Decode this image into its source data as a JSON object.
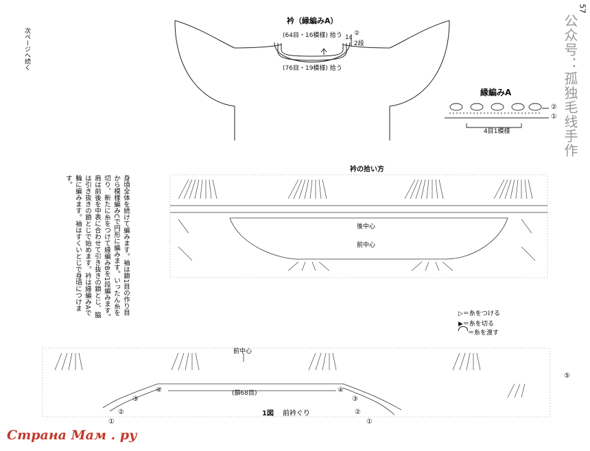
{
  "page_number": "57",
  "continue_note": "次ページへ続く",
  "side_brand_text": "公众号：孤独毛线手作",
  "top_diagram": {
    "title": "衿（縁編みA）",
    "pickup_upper": "(64目・16模様) 拾う",
    "pickup_lower": "(76目・19模様) 拾う",
    "height_note": "1c",
    "rows_note": "2段",
    "circled_note": "②"
  },
  "edging_a": {
    "title": "縁編みA",
    "row2": "②",
    "row1": "①",
    "repeat": "4目1模様"
  },
  "instructions": "身頃全体を続けて編みます。袖は鎖1目の作り目から模様編みCで円形に編みます。いったん糸を切り、新たに糸をつけて縁編みBを1段編みます。肩は前後を中表に合わせて引き抜きの鎖とじ、脇は引き抜きの鎖とじで始めます。衿は縁編みAで輪に編みます。袖はすくいとじで身頃につけます。",
  "pickup_diagram": {
    "title": "衿の拾い方",
    "back_center": "後中心",
    "front_center": "前中心"
  },
  "legend": {
    "attach": "▷＝糸をつける",
    "cut": "▶＝糸を切る",
    "carry": "＝糸を渡す"
  },
  "bottom_diagram": {
    "front_center": "前中心",
    "chain_count": "(鎖68目)",
    "figure_label": "1図",
    "figure_title": "前衿ぐり",
    "markers": [
      "①",
      "②",
      "③",
      "④",
      "④",
      "③",
      "②",
      "①",
      "⑤"
    ]
  },
  "watermark": "Страна Мам . ру"
}
